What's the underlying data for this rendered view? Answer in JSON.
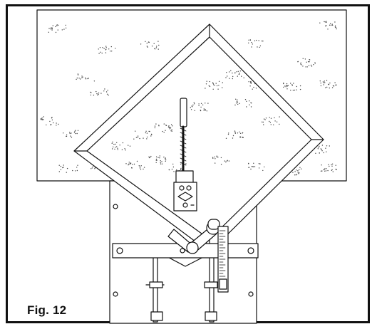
{
  "figure": {
    "label": "Fig. 12"
  },
  "colors": {
    "line": "#111111",
    "background": "#ffffff"
  },
  "parts": {
    "background_board": "textured-board",
    "frame": "diamond-frame",
    "clamp": "clamp-screw-assembly",
    "base": "base-plate",
    "crossbar": "crossbar",
    "handle": "lever-handle",
    "scale": "measurement-scale"
  }
}
